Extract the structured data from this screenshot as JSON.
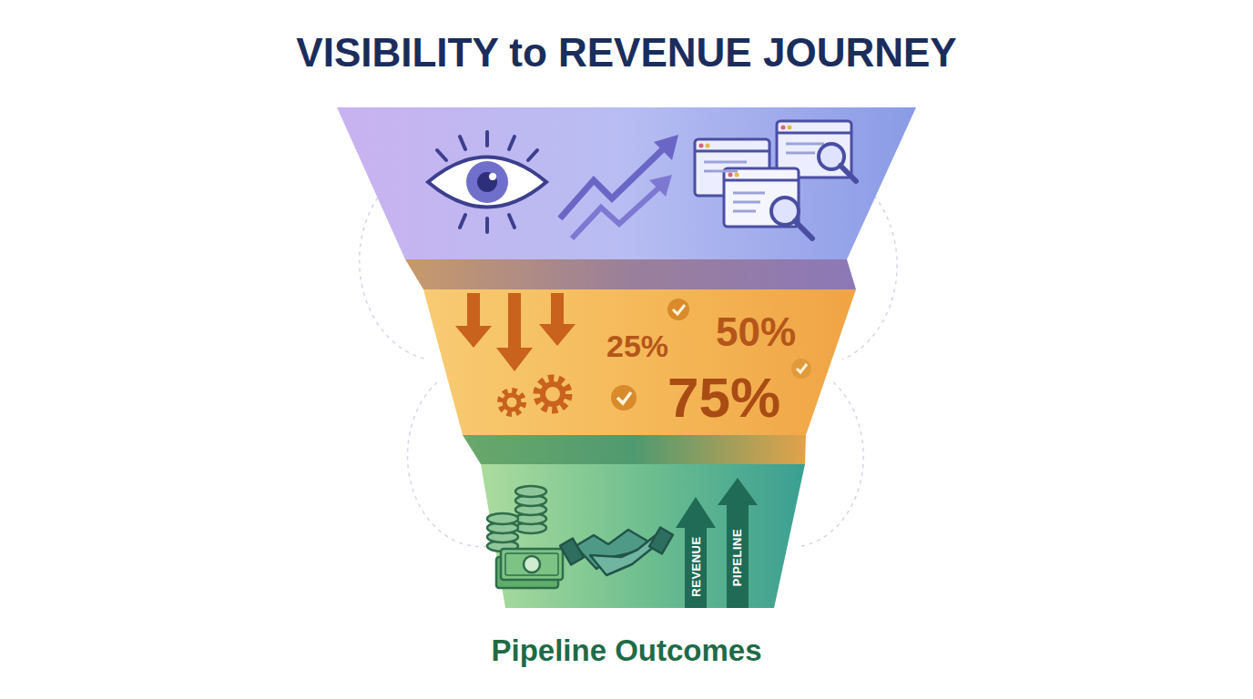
{
  "diagram": {
    "title": "VISIBILITY to REVENUE JOURNEY",
    "caption": "Pipeline Outcomes",
    "nodes": [
      {
        "text": [
          "25%",
          "50%",
          "75%"
        ]
      },
      {
        "text": [
          "REVENUE",
          "PIPELINE"
        ]
      }
    ]
  }
}
